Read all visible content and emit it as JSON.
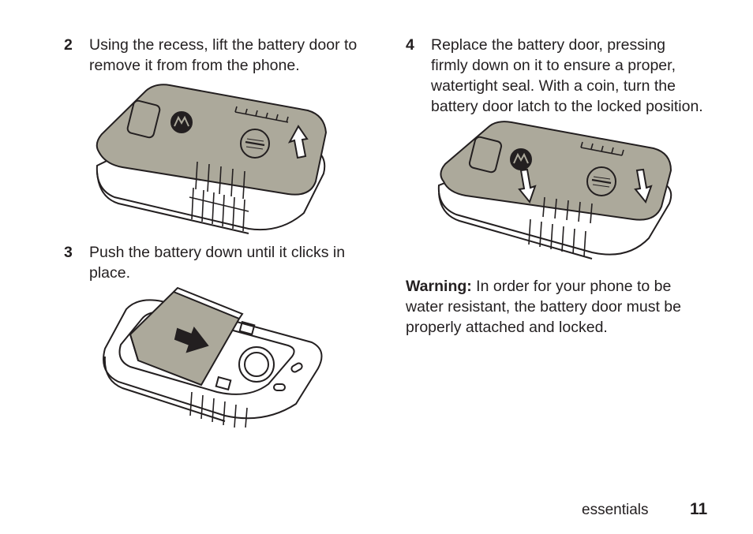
{
  "steps": [
    {
      "number": "2",
      "lines": [
        "Using the recess, lift the battery door to",
        "remove it from from the phone."
      ]
    },
    {
      "number": "3",
      "lines": [
        "Push the battery down until it clicks in",
        "place."
      ]
    },
    {
      "number": "4",
      "lines": [
        "Replace the battery door, pressing",
        "firmly down on it to ensure a proper,",
        "watertight seal. With a coin, turn the",
        "battery door latch to the locked position."
      ]
    }
  ],
  "warning": {
    "label": "Warning:",
    "lines": [
      " In order for your phone to be",
      "water resistant, the battery door must be",
      "properly attached and locked."
    ]
  },
  "footer": {
    "section": "essentials",
    "page": "11"
  },
  "colors": {
    "door_fill": "#aca99b",
    "ink": "#231f20"
  }
}
